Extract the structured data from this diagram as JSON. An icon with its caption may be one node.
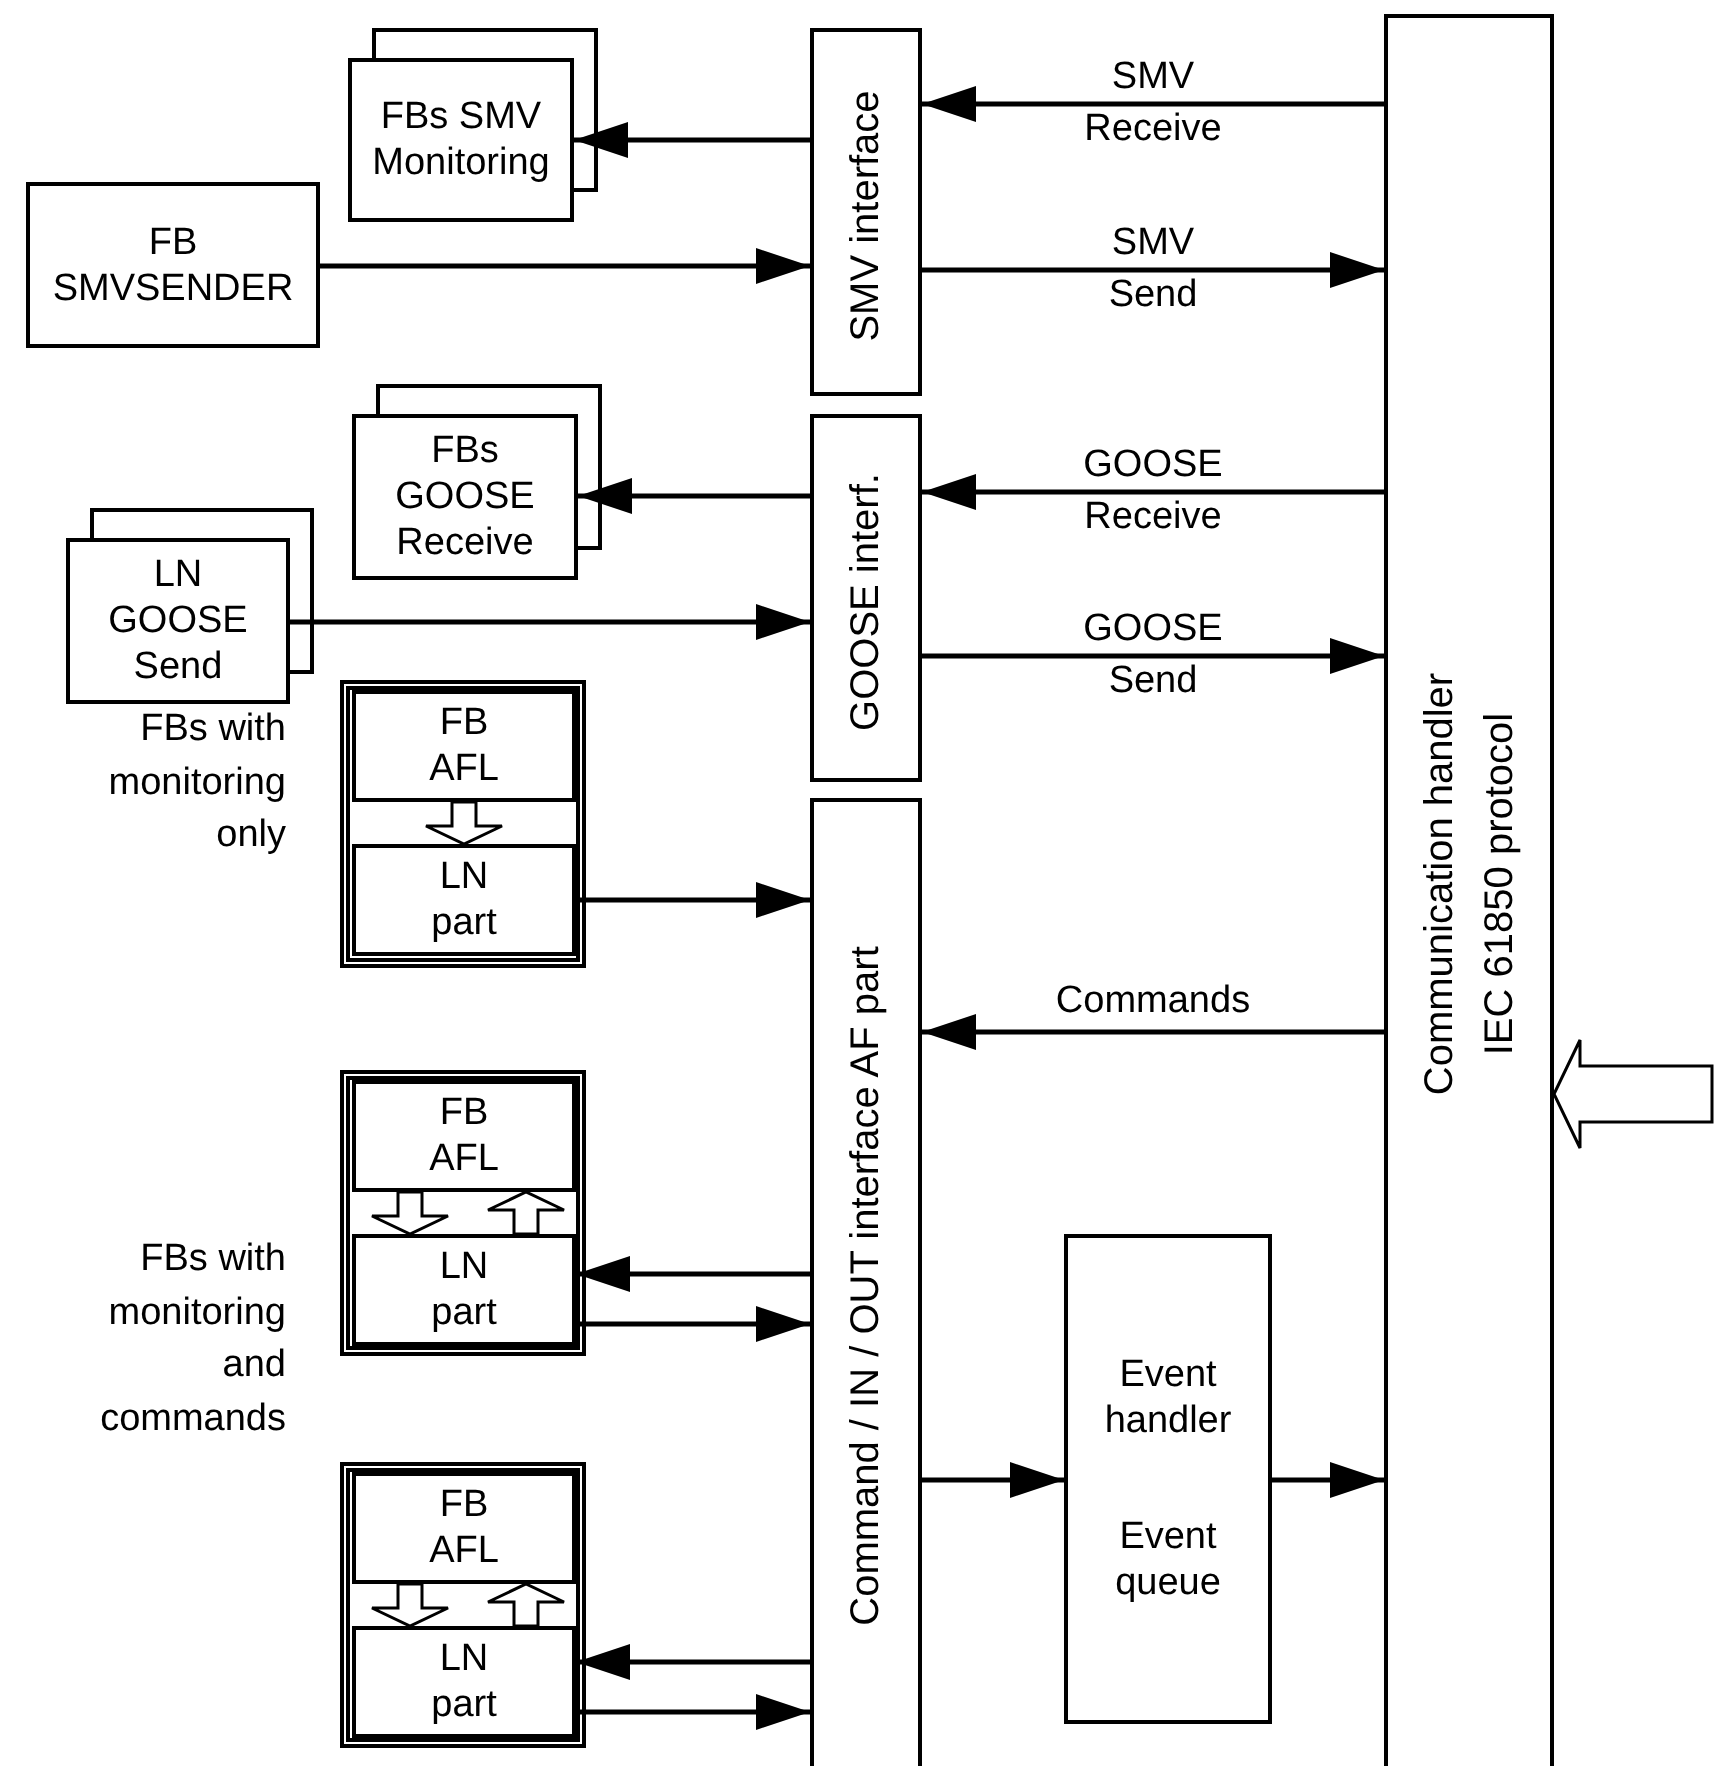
{
  "diagram": {
    "nodes": [
      {
        "text": [
          "SMV interface"
        ]
      },
      {
        "text": [
          "GOOSE interf."
        ]
      },
      {
        "text": [
          "Command / IN / OUT interface AF part"
        ]
      },
      {
        "text": [
          "Communication handler IEC 61850 protocol"
        ]
      },
      {
        "text": [
          "FBs SMV Monitoring"
        ]
      },
      {
        "text": [
          "FB SMVSENDER"
        ]
      },
      {
        "text": [
          "FBs GOOSE Receive"
        ]
      },
      {
        "text": [
          "LN GOOSE Send"
        ]
      },
      {
        "text": [],
        "shape": "box"
      },
      {
        "text": [
          "FB AFL"
        ],
        "in": 8
      },
      {
        "text": [
          "LN part"
        ],
        "in": 8
      },
      {
        "text": [],
        "shape": "box"
      },
      {
        "text": [
          "FB AFL"
        ],
        "in": 11
      },
      {
        "text": [
          "LN part"
        ],
        "in": 11
      },
      {
        "text": [],
        "shape": "box"
      },
      {
        "text": [
          "FB AFL"
        ],
        "in": 14
      },
      {
        "text": [
          "LN part"
        ],
        "in": 14
      },
      {
        "text": [
          "Event handler",
          "Event queue"
        ]
      }
    ],
    "edges": [
      {
        "from": 3,
        "to": 0,
        "arrow": "to",
        "label": "SMV Receive"
      },
      {
        "from": 0,
        "to": 4,
        "arrow": "to"
      },
      {
        "from": 5,
        "to": 0,
        "arrow": "to"
      },
      {
        "from": 0,
        "to": 3,
        "arrow": "to",
        "label": "SMV Send"
      },
      {
        "from": 3,
        "to": 1,
        "arrow": "to",
        "label": "GOOSE Receive"
      },
      {
        "from": 1,
        "to": 6,
        "arrow": "to"
      },
      {
        "from": 7,
        "to": 1,
        "arrow": "to"
      },
      {
        "from": 1,
        "to": 3,
        "arrow": "to",
        "label": "GOOSE Send"
      },
      {
        "from": 9,
        "to": 10,
        "arrow": "to",
        "style": "thick"
      },
      {
        "from": 10,
        "to": 2,
        "arrow": "to"
      },
      {
        "from": 3,
        "to": 2,
        "arrow": "to",
        "label": "Commands"
      },
      {
        "from": 12,
        "to": 13,
        "arrow": "to",
        "style": "thick"
      },
      {
        "from": 13,
        "to": 12,
        "arrow": "to",
        "style": "thick"
      },
      {
        "from": 2,
        "to": 13,
        "arrow": "to"
      },
      {
        "from": 13,
        "to": 2,
        "arrow": "to"
      },
      {
        "from": 2,
        "to": 17,
        "arrow": "to"
      },
      {
        "from": 17,
        "to": 3,
        "arrow": "to"
      },
      {
        "from": 15,
        "to": 16,
        "arrow": "to",
        "style": "thick"
      },
      {
        "from": 16,
        "to": 15,
        "arrow": "to",
        "style": "thick"
      },
      {
        "from": 2,
        "to": 16,
        "arrow": "to"
      },
      {
        "from": 16,
        "to": 2,
        "arrow": "to"
      },
      {
        "from": null,
        "to": 3,
        "arrow": "to",
        "style": "thick"
      }
    ],
    "labels": [
      "FBs with monitoring only",
      "FBs with monitoring and commands"
    ]
  }
}
